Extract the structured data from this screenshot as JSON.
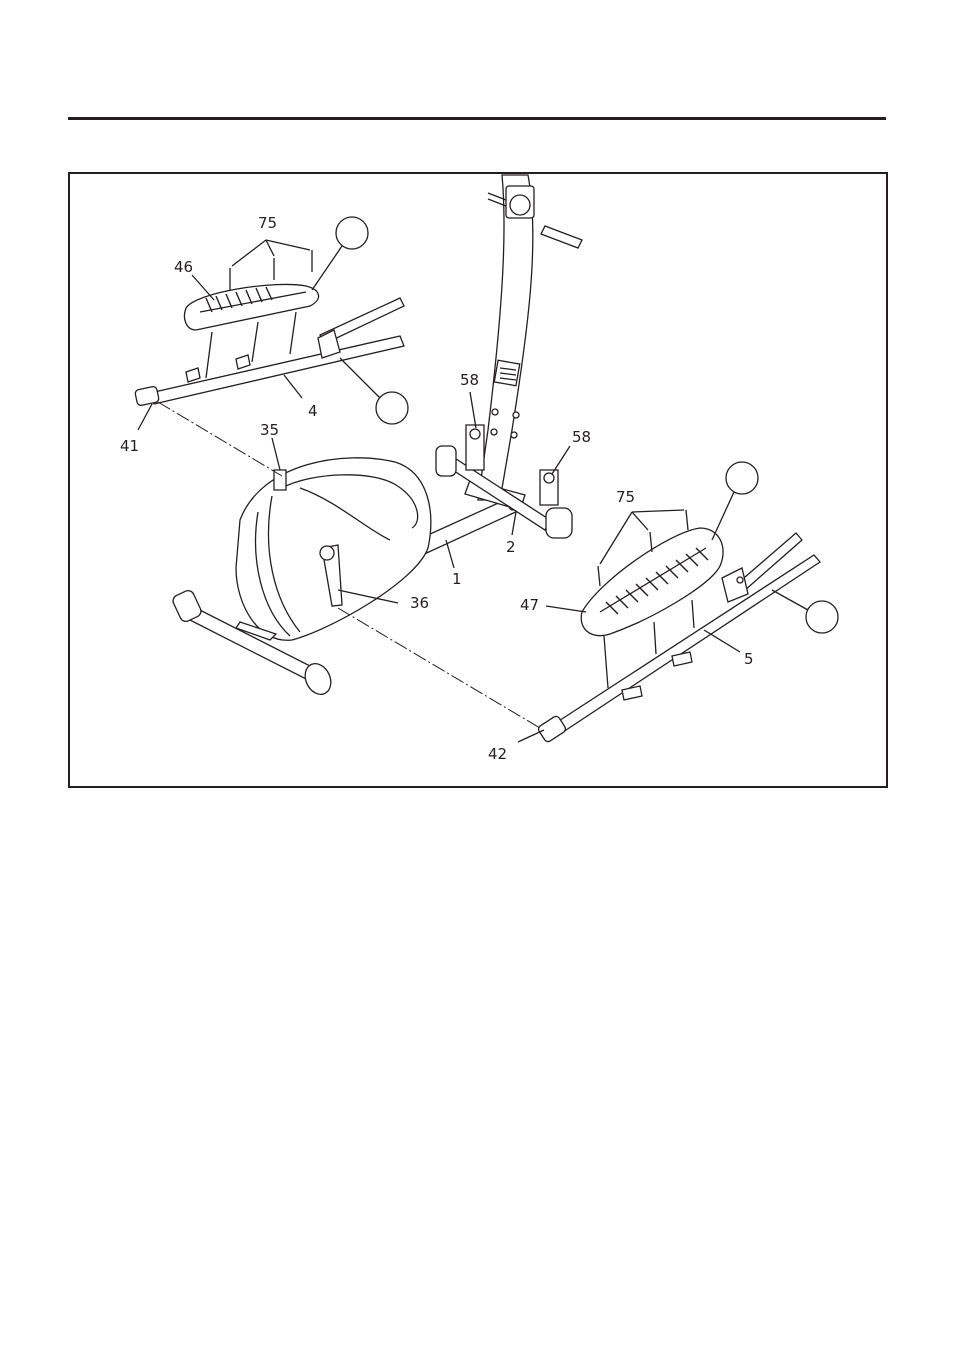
{
  "diagram": {
    "labels": {
      "screws_left": "75",
      "pedal_left": "46",
      "pedal_tube_left": "4",
      "pivot_left": "41",
      "bracket": "35",
      "bracket_right_top": "58",
      "bracket_right": "58",
      "rear_base": "2",
      "main_frame": "1",
      "crank_arm": "36",
      "screws_right": "75",
      "pedal_right": "47",
      "pedal_tube_right": "5",
      "pivot_right": "42"
    }
  },
  "colors": {
    "ink": "#231f20",
    "paper": "#ffffff"
  }
}
